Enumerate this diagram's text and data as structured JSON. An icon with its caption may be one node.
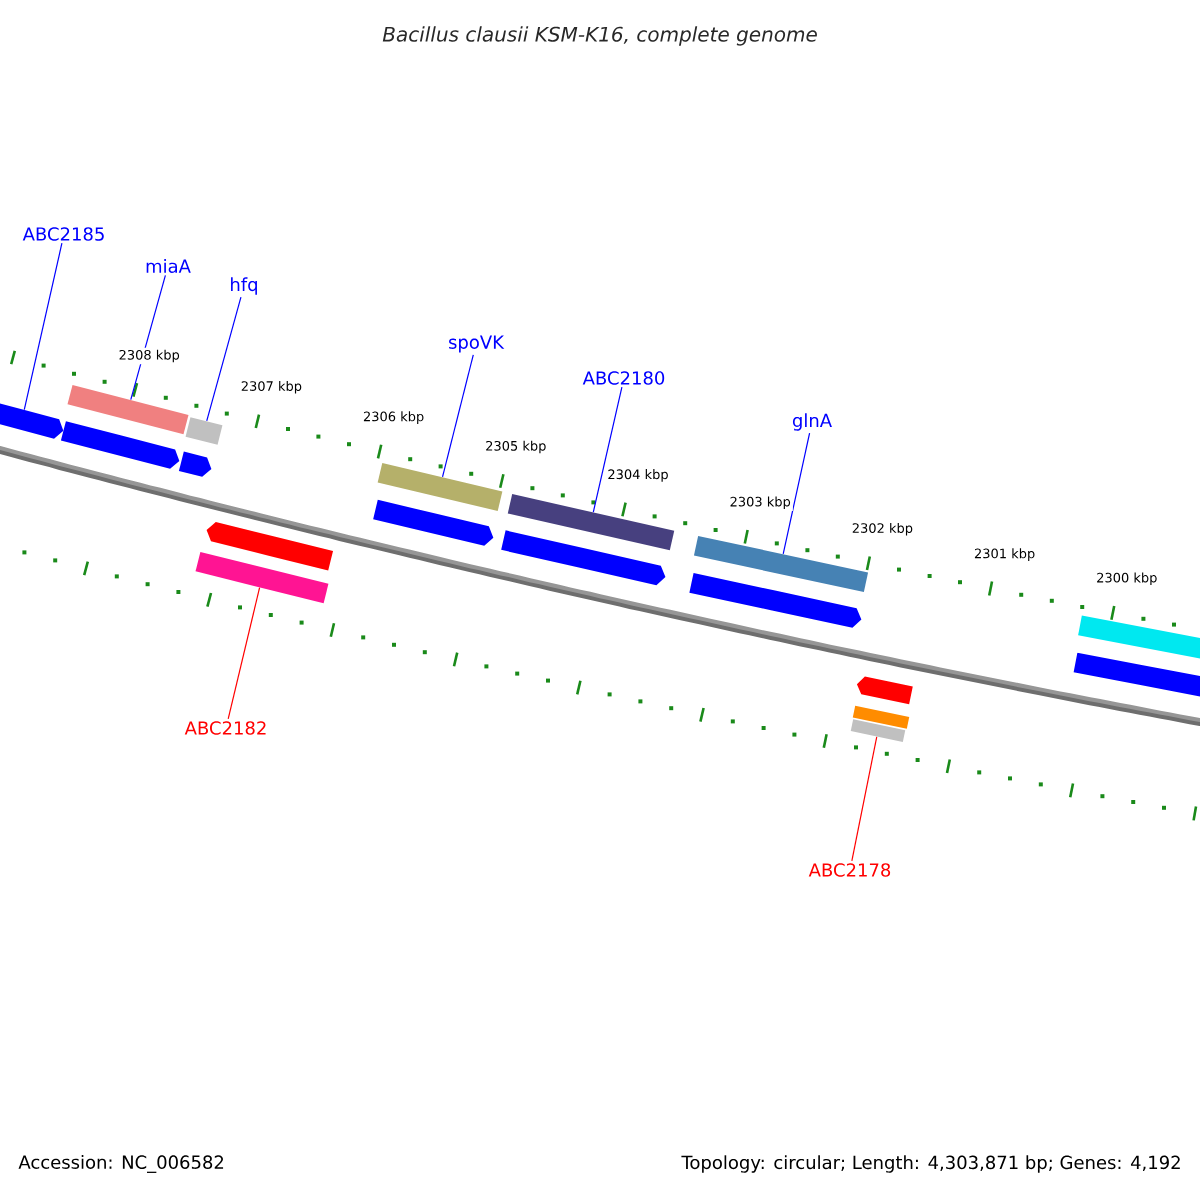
{
  "diagram": {
    "title": "Bacillus clausii KSM-K16, complete genome",
    "nodes": [
      {
        "text": [
          "ABC2185"
        ]
      },
      {
        "text": [
          "miaA"
        ]
      },
      {
        "text": [
          "hfq"
        ]
      },
      {
        "text": [
          "spoVK"
        ]
      },
      {
        "text": [
          "ABC2180"
        ]
      },
      {
        "text": [
          "glnA"
        ]
      },
      {
        "text": [
          "ABC2182"
        ]
      },
      {
        "text": [
          "ABC2178"
        ]
      },
      {
        "text": [],
        "shape": "arrow"
      },
      {
        "text": [],
        "shape": "bar"
      },
      {
        "text": [],
        "shape": "bar"
      },
      {
        "text": [],
        "shape": "bar"
      },
      {
        "text": [],
        "shape": "bar"
      },
      {
        "text": [],
        "shape": "bar"
      },
      {
        "text": [],
        "shape": "bar"
      },
      {
        "text": [],
        "shape": "bar"
      },
      {
        "text": [],
        "shape": "arrow"
      },
      {
        "text": [],
        "shape": "arrow"
      },
      {
        "text": [],
        "shape": "arrow"
      },
      {
        "text": [],
        "shape": "arrow"
      },
      {
        "text": [],
        "shape": "arrow"
      },
      {
        "text": [],
        "shape": "arrow"
      },
      {
        "text": [],
        "shape": "bar"
      },
      {
        "text": [],
        "shape": "arrow"
      },
      {
        "text": [],
        "shape": "arrow"
      },
      {
        "text": [],
        "shape": "bar"
      }
    ],
    "edges": [
      {
        "from": 0,
        "to": 8,
        "arrow": "none"
      },
      {
        "from": 1,
        "to": 9,
        "arrow": "none"
      },
      {
        "from": 2,
        "to": 10,
        "arrow": "none"
      },
      {
        "from": 3,
        "to": 11,
        "arrow": "none"
      },
      {
        "from": 4,
        "to": 12,
        "arrow": "none"
      },
      {
        "from": 5,
        "to": 13,
        "arrow": "none"
      },
      {
        "from": 6,
        "to": 14,
        "arrow": "none",
        "color": "#ff0000"
      },
      {
        "from": 7,
        "to": 15,
        "arrow": "none",
        "color": "#ff0000"
      }
    ],
    "labels": [
      "2308 kbp",
      "2307 kbp",
      "2306 kbp",
      "2305 kbp",
      "2304 kbp",
      "2303 kbp",
      "2302 kbp",
      "2301 kbp",
      "2300 kbp",
      "Accession: NC_006582",
      "Topology: circular; Length: 4,303,871 bp; Genes: 4,192"
    ]
  }
}
